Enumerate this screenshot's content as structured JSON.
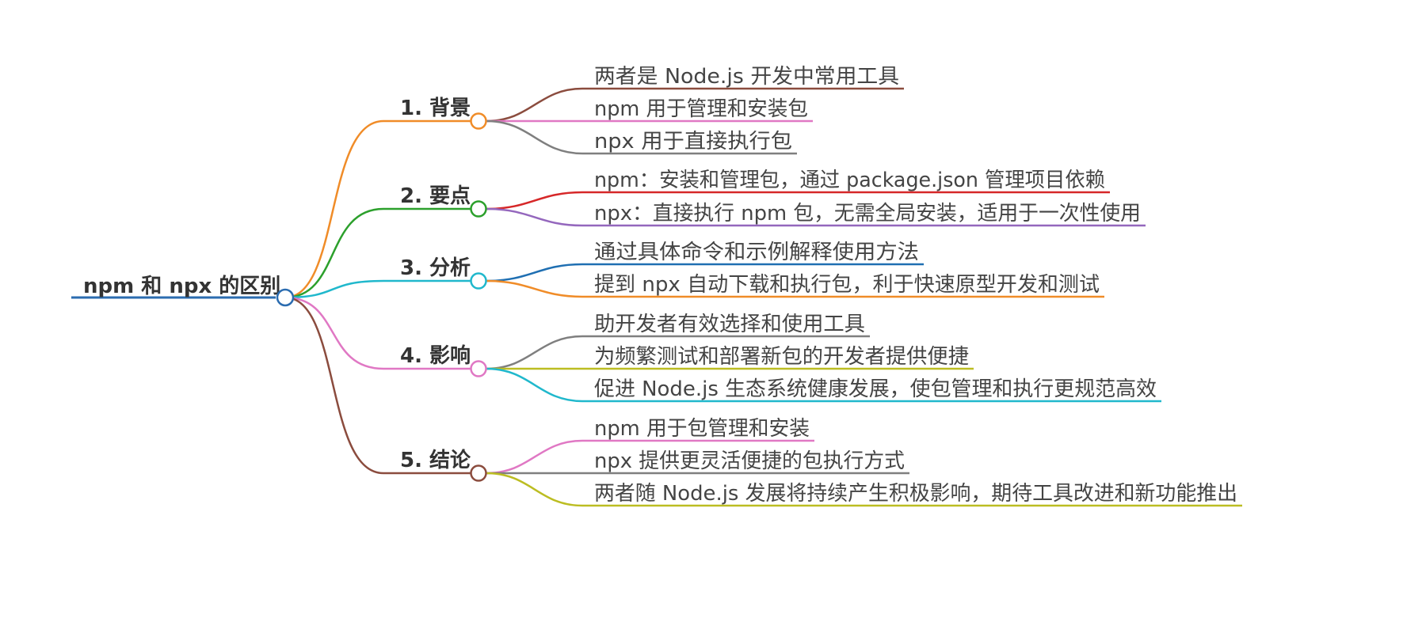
{
  "root": {
    "label": "npm 和 npx 的区别",
    "color": "#2b6cb0"
  },
  "branches": [
    {
      "label": "1. 背景",
      "color": "#f08c28",
      "leaves": [
        {
          "label": "两者是 Node.js 开发中常用工具",
          "color": "#8b4c3e"
        },
        {
          "label": "npm 用于管理和安装包",
          "color": "#e078c4"
        },
        {
          "label": "npx 用于直接执行包",
          "color": "#7f7f7f"
        }
      ]
    },
    {
      "label": "2. 要点",
      "color": "#2ca02c",
      "leaves": [
        {
          "label": "npm：安装和管理包，通过 package.json 管理项目依赖",
          "color": "#d62728"
        },
        {
          "label": "npx：直接执行 npm 包，无需全局安装，适用于一次性使用",
          "color": "#9467bd"
        }
      ]
    },
    {
      "label": "3. 分析",
      "color": "#20b8cc",
      "leaves": [
        {
          "label": "通过具体命令和示例解释使用方法",
          "color": "#1f6fb2"
        },
        {
          "label": "提到 npx 自动下载和执行包，利于快速原型开发和测试",
          "color": "#f08c28"
        }
      ]
    },
    {
      "label": "4. 影响",
      "color": "#e078c4",
      "leaves": [
        {
          "label": "助开发者有效选择和使用工具",
          "color": "#7f7f7f"
        },
        {
          "label": "为频繁测试和部署新包的开发者提供便捷",
          "color": "#bcbd22"
        },
        {
          "label": "促进 Node.js 生态系统健康发展，使包管理和执行更规范高效",
          "color": "#20b8cc"
        }
      ]
    },
    {
      "label": "5. 结论",
      "color": "#8b4c3e",
      "leaves": [
        {
          "label": "npm 用于包管理和安装",
          "color": "#e078c4"
        },
        {
          "label": "npx 提供更灵活便捷的包执行方式",
          "color": "#7f7f7f"
        },
        {
          "label": "两者随 Node.js 发展将持续产生积极影响，期待工具改进和新功能推出",
          "color": "#bcbd22"
        }
      ]
    }
  ]
}
